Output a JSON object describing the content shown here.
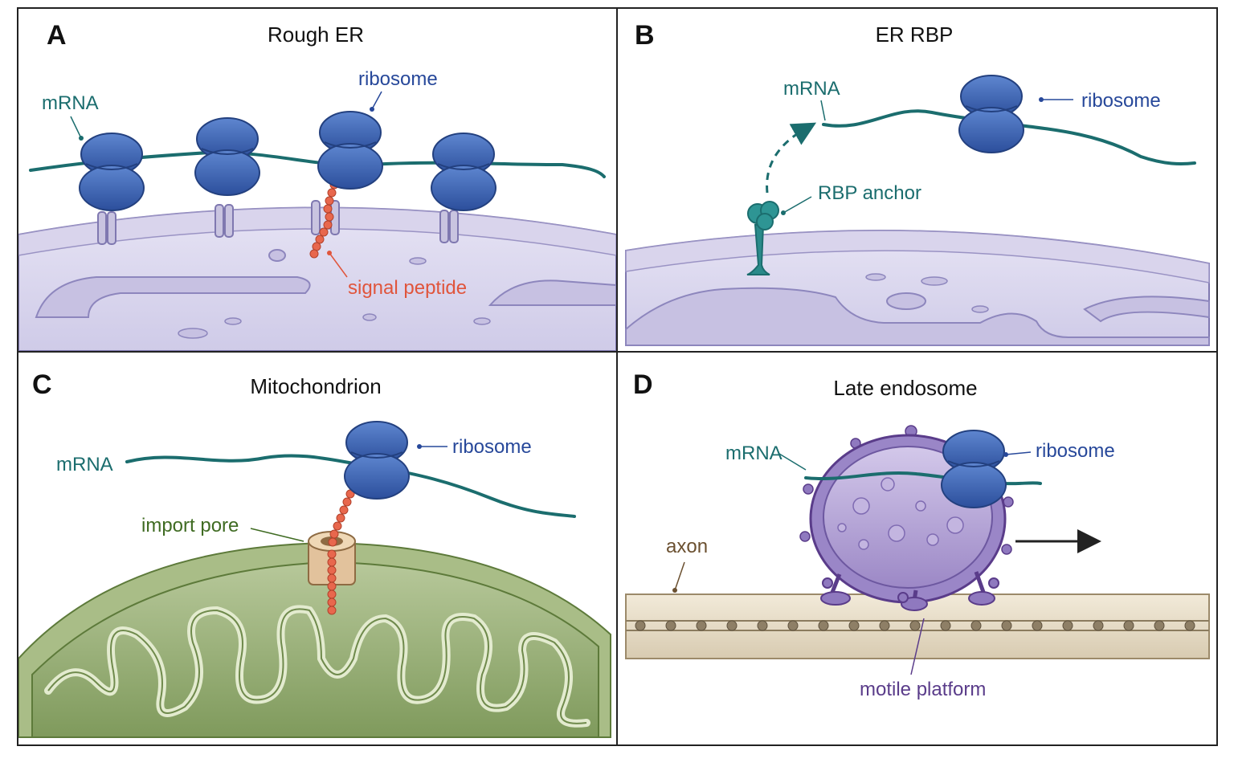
{
  "panels": [
    {
      "letter": "A",
      "title": "Rough ER",
      "labels": {
        "mrna": "mRNA",
        "ribosome": "ribosome",
        "signal_peptide": "signal peptide"
      }
    },
    {
      "letter": "B",
      "title": "ER RBP",
      "labels": {
        "mrna": "mRNA",
        "ribosome": "ribosome",
        "rbp_anchor": "RBP anchor"
      }
    },
    {
      "letter": "C",
      "title": "Mitochondrion",
      "labels": {
        "mrna": "mRNA",
        "ribosome": "ribosome",
        "import_pore": "import pore"
      }
    },
    {
      "letter": "D",
      "title": "Late endosome",
      "labels": {
        "mrna": "mRNA",
        "ribosome": "ribosome",
        "axon": "axon",
        "motile_platform": "motile platform"
      }
    }
  ],
  "colors": {
    "mrna": "#1b6d6e",
    "ribosome": "#3a66b8",
    "signal_peptide": "#e0553c",
    "er_membrane": "#cfcbe6",
    "er_lumen": "#dcd9ef",
    "mitochondrion": "#9bb27a",
    "import_pore": "#e2c29c",
    "endosome": "#b7a6d6",
    "axon": "#e9dfcd"
  }
}
